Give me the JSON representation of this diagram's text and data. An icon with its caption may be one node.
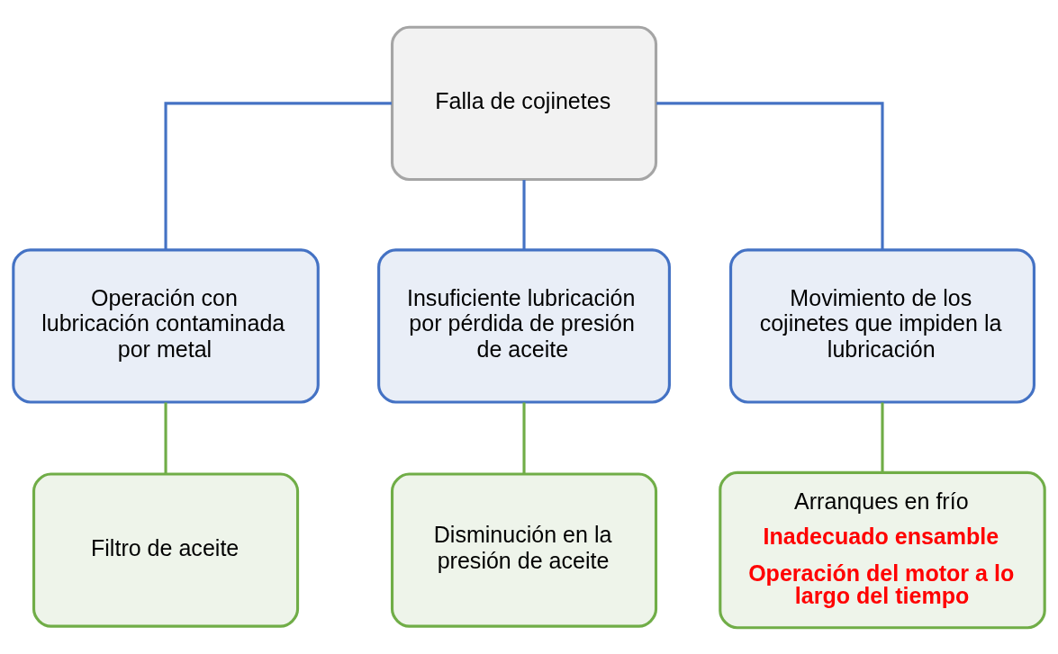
{
  "diagram": {
    "nodes": [
      {
        "text": [
          "Falla de cojinetes"
        ]
      },
      {
        "text": [
          "Operación con lubricación contaminada por metal"
        ]
      },
      {
        "text": [
          "Insuficiente lubricación por pérdida de presión de aceite"
        ]
      },
      {
        "text": [
          "Movimiento de los cojinetes que impiden la lubricación"
        ]
      },
      {
        "text": [
          "Filtro de aceite"
        ]
      },
      {
        "text": [
          "Disminución en la presión de aceite"
        ]
      },
      {
        "text": [
          "Arranques en frío",
          "Inadecuado ensamble",
          "Operación del motor a lo largo del tiempo"
        ]
      }
    ],
    "edges": [
      {
        "from": 0,
        "to": 1,
        "arrow": "none"
      },
      {
        "from": 0,
        "to": 2,
        "arrow": "none"
      },
      {
        "from": 0,
        "to": 3,
        "arrow": "none"
      },
      {
        "from": 1,
        "to": 4,
        "arrow": "none",
        "color": "#70ad47"
      },
      {
        "from": 2,
        "to": 5,
        "arrow": "none",
        "color": "#70ad47"
      },
      {
        "from": 3,
        "to": 6,
        "arrow": "none",
        "color": "#70ad47"
      }
    ]
  }
}
